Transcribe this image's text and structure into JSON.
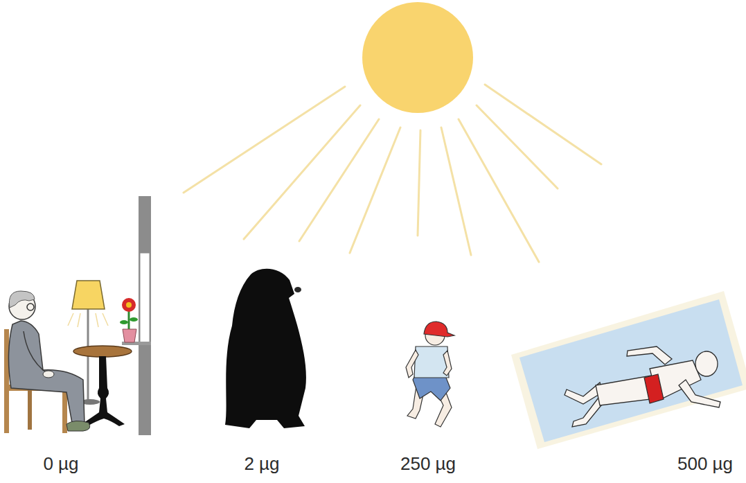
{
  "diagram": {
    "labels": [
      "0 µg",
      "2 µg",
      "250 µg",
      "500 µg"
    ]
  }
}
